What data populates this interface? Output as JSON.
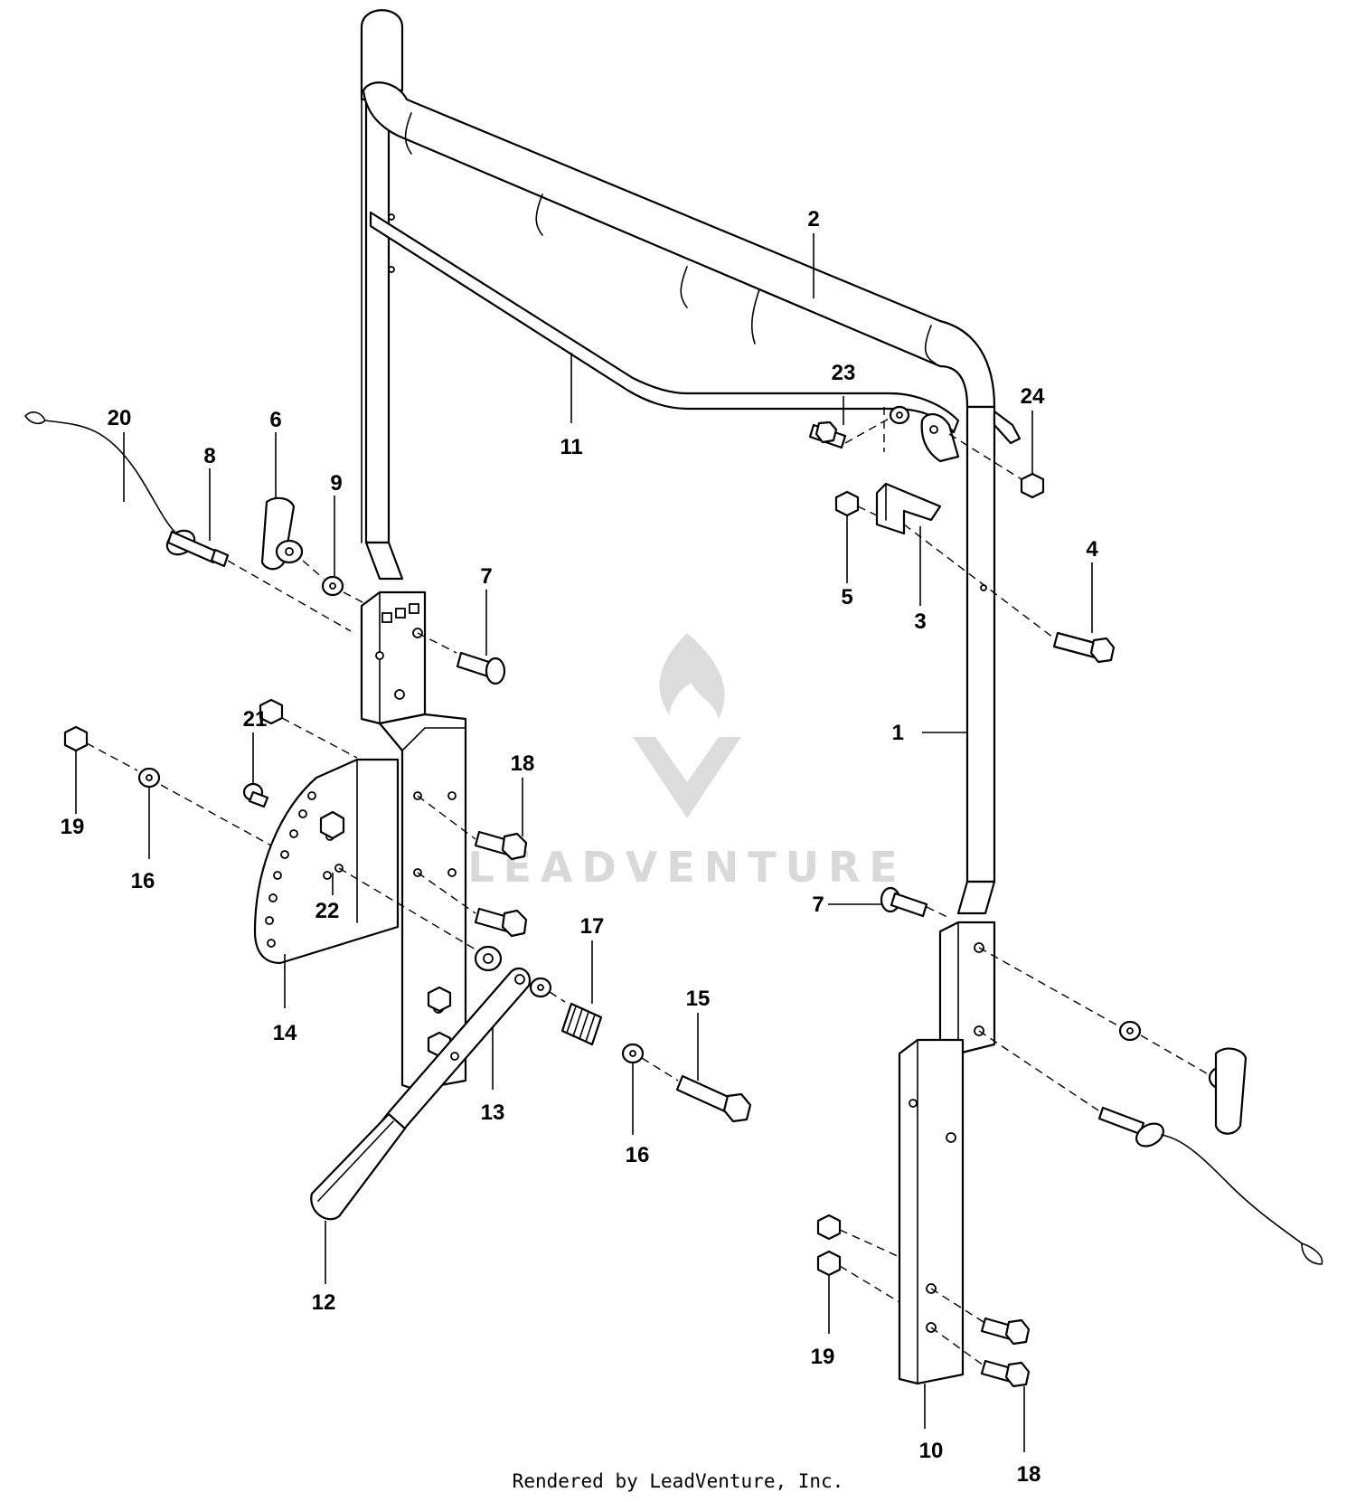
{
  "watermark": {
    "text": "LEADVENTURE"
  },
  "footer": {
    "text": "Rendered by LeadVenture, Inc."
  },
  "callouts": {
    "c1": "1",
    "c2": "2",
    "c3": "3",
    "c4": "4",
    "c5": "5",
    "c6": "6",
    "c7a": "7",
    "c7b": "7",
    "c8": "8",
    "c9": "9",
    "c10": "10",
    "c11": "11",
    "c12": "12",
    "c13": "13",
    "c14": "14",
    "c15": "15",
    "c16a": "16",
    "c16b": "16",
    "c17": "17",
    "c18a": "18",
    "c18b": "18",
    "c19a": "19",
    "c19b": "19",
    "c20": "20",
    "c21": "21",
    "c22": "22",
    "c23": "23",
    "c24": "24"
  }
}
